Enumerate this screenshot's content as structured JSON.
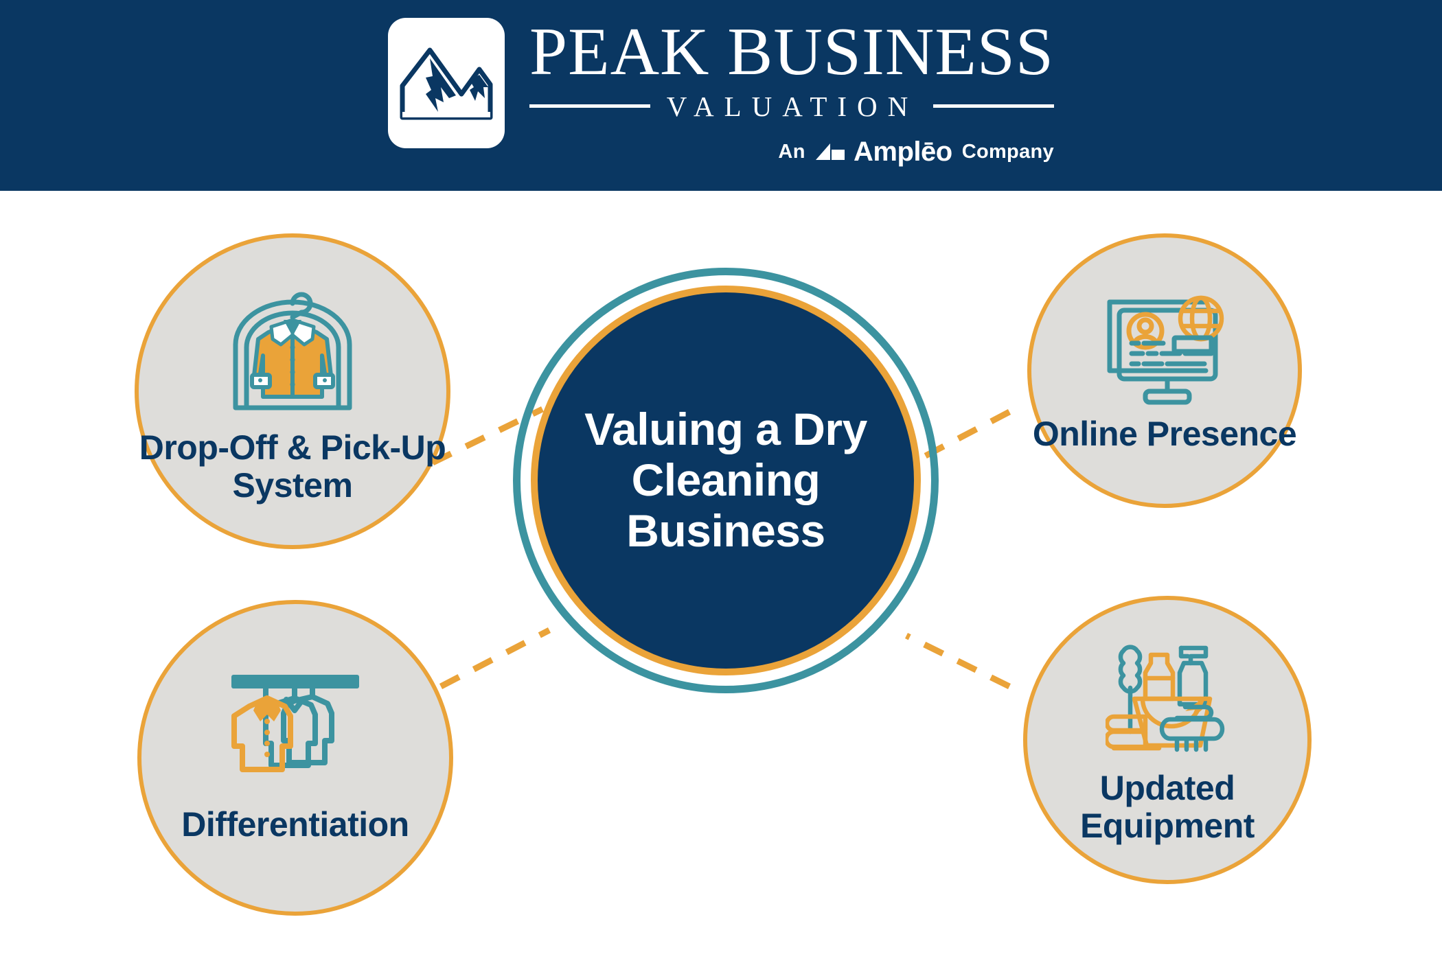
{
  "header": {
    "brand_name": "PEAK BUSINESS",
    "brand_sub": "VALUATION",
    "company_an": "An",
    "company_brand": "Amplēo",
    "company_word": "Company",
    "logo_icon": "mountain-peak-icon",
    "ampleo_icon": "ampleo-mark-icon"
  },
  "colors": {
    "navy": "#0A3762",
    "orange": "#EAA339",
    "teal": "#3C93A0",
    "grey": "#DEDDDA",
    "white": "#FFFFFF"
  },
  "center": {
    "title": "Valuing a Dry Cleaning Business"
  },
  "nodes": [
    {
      "id": "drop-off-pick-up-system",
      "label": "Drop-Off & Pick-Up System",
      "icon": "garment-bag-shirt-hanger-icon"
    },
    {
      "id": "online-presence",
      "label": "Online Presence",
      "icon": "monitor-globe-profile-icon"
    },
    {
      "id": "differentiation",
      "label": "Differentiation",
      "icon": "clothes-rack-shirts-icon"
    },
    {
      "id": "updated-equipment",
      "label": "Updated Equipment",
      "icon": "cleaning-supplies-bucket-icon"
    }
  ]
}
